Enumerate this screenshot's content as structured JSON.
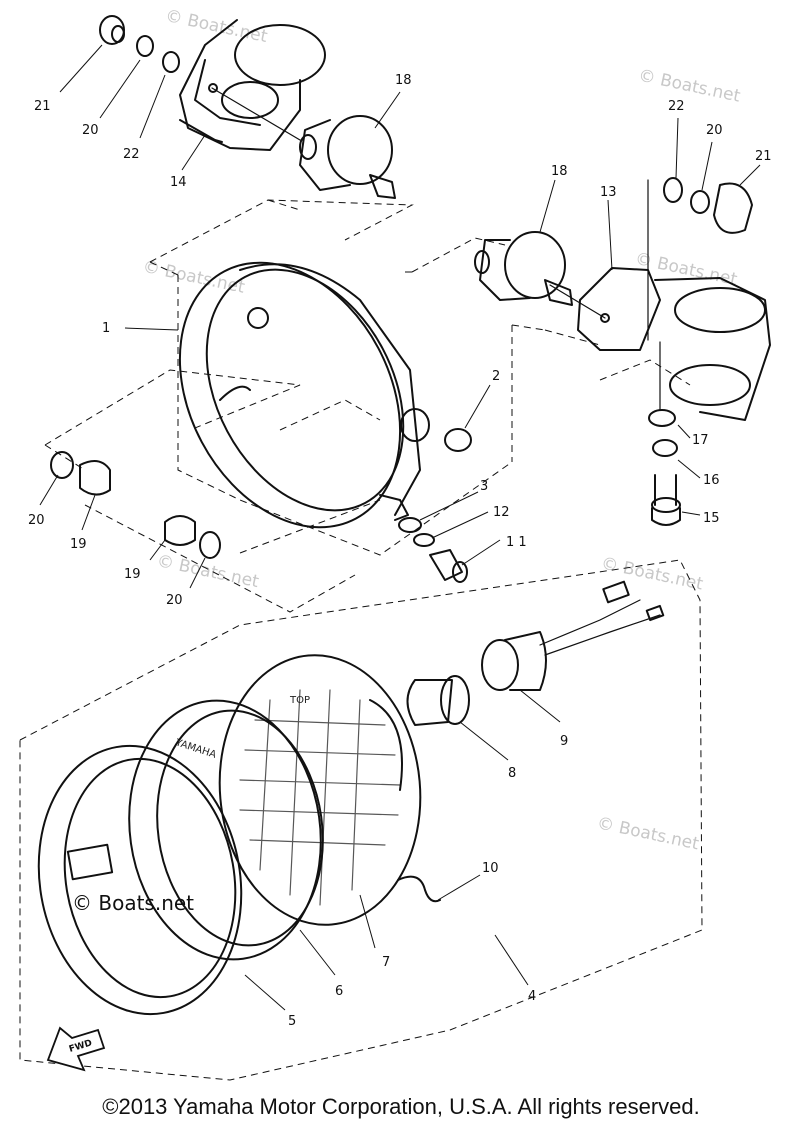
{
  "diagram": {
    "parts": [
      {
        "id": "p1",
        "number": "1"
      },
      {
        "id": "p2",
        "number": "2"
      },
      {
        "id": "p3",
        "number": "3"
      },
      {
        "id": "p4",
        "number": "4"
      },
      {
        "id": "p5",
        "number": "5"
      },
      {
        "id": "p6",
        "number": "6"
      },
      {
        "id": "p7",
        "number": "7"
      },
      {
        "id": "p8",
        "number": "8"
      },
      {
        "id": "p9",
        "number": "9"
      },
      {
        "id": "p10",
        "number": "10"
      },
      {
        "id": "p11",
        "number": "1 1"
      },
      {
        "id": "p12",
        "number": "12"
      },
      {
        "id": "p13",
        "number": "13"
      },
      {
        "id": "p14",
        "number": "14"
      },
      {
        "id": "p15",
        "number": "15"
      },
      {
        "id": "p16",
        "number": "16"
      },
      {
        "id": "p17",
        "number": "17"
      },
      {
        "id": "p18a",
        "number": "18"
      },
      {
        "id": "p18b",
        "number": "18"
      },
      {
        "id": "p19a",
        "number": "19"
      },
      {
        "id": "p19b",
        "number": "19"
      },
      {
        "id": "p20a",
        "number": "20"
      },
      {
        "id": "p20b",
        "number": "20"
      },
      {
        "id": "p20c",
        "number": "20"
      },
      {
        "id": "p20d",
        "number": "20"
      },
      {
        "id": "p21a",
        "number": "21"
      },
      {
        "id": "p21b",
        "number": "21"
      },
      {
        "id": "p22a",
        "number": "22"
      },
      {
        "id": "p22b",
        "number": "22"
      }
    ],
    "lens_text": {
      "top": "TOP",
      "brand": "YAMAHA"
    },
    "fwd_label": "FWD",
    "watermarks": {
      "small": "© Boats.net",
      "large": "© Boats.net"
    }
  },
  "footer": {
    "copyright": "©2013 Yamaha Motor Corporation, U.S.A. All rights reserved."
  }
}
